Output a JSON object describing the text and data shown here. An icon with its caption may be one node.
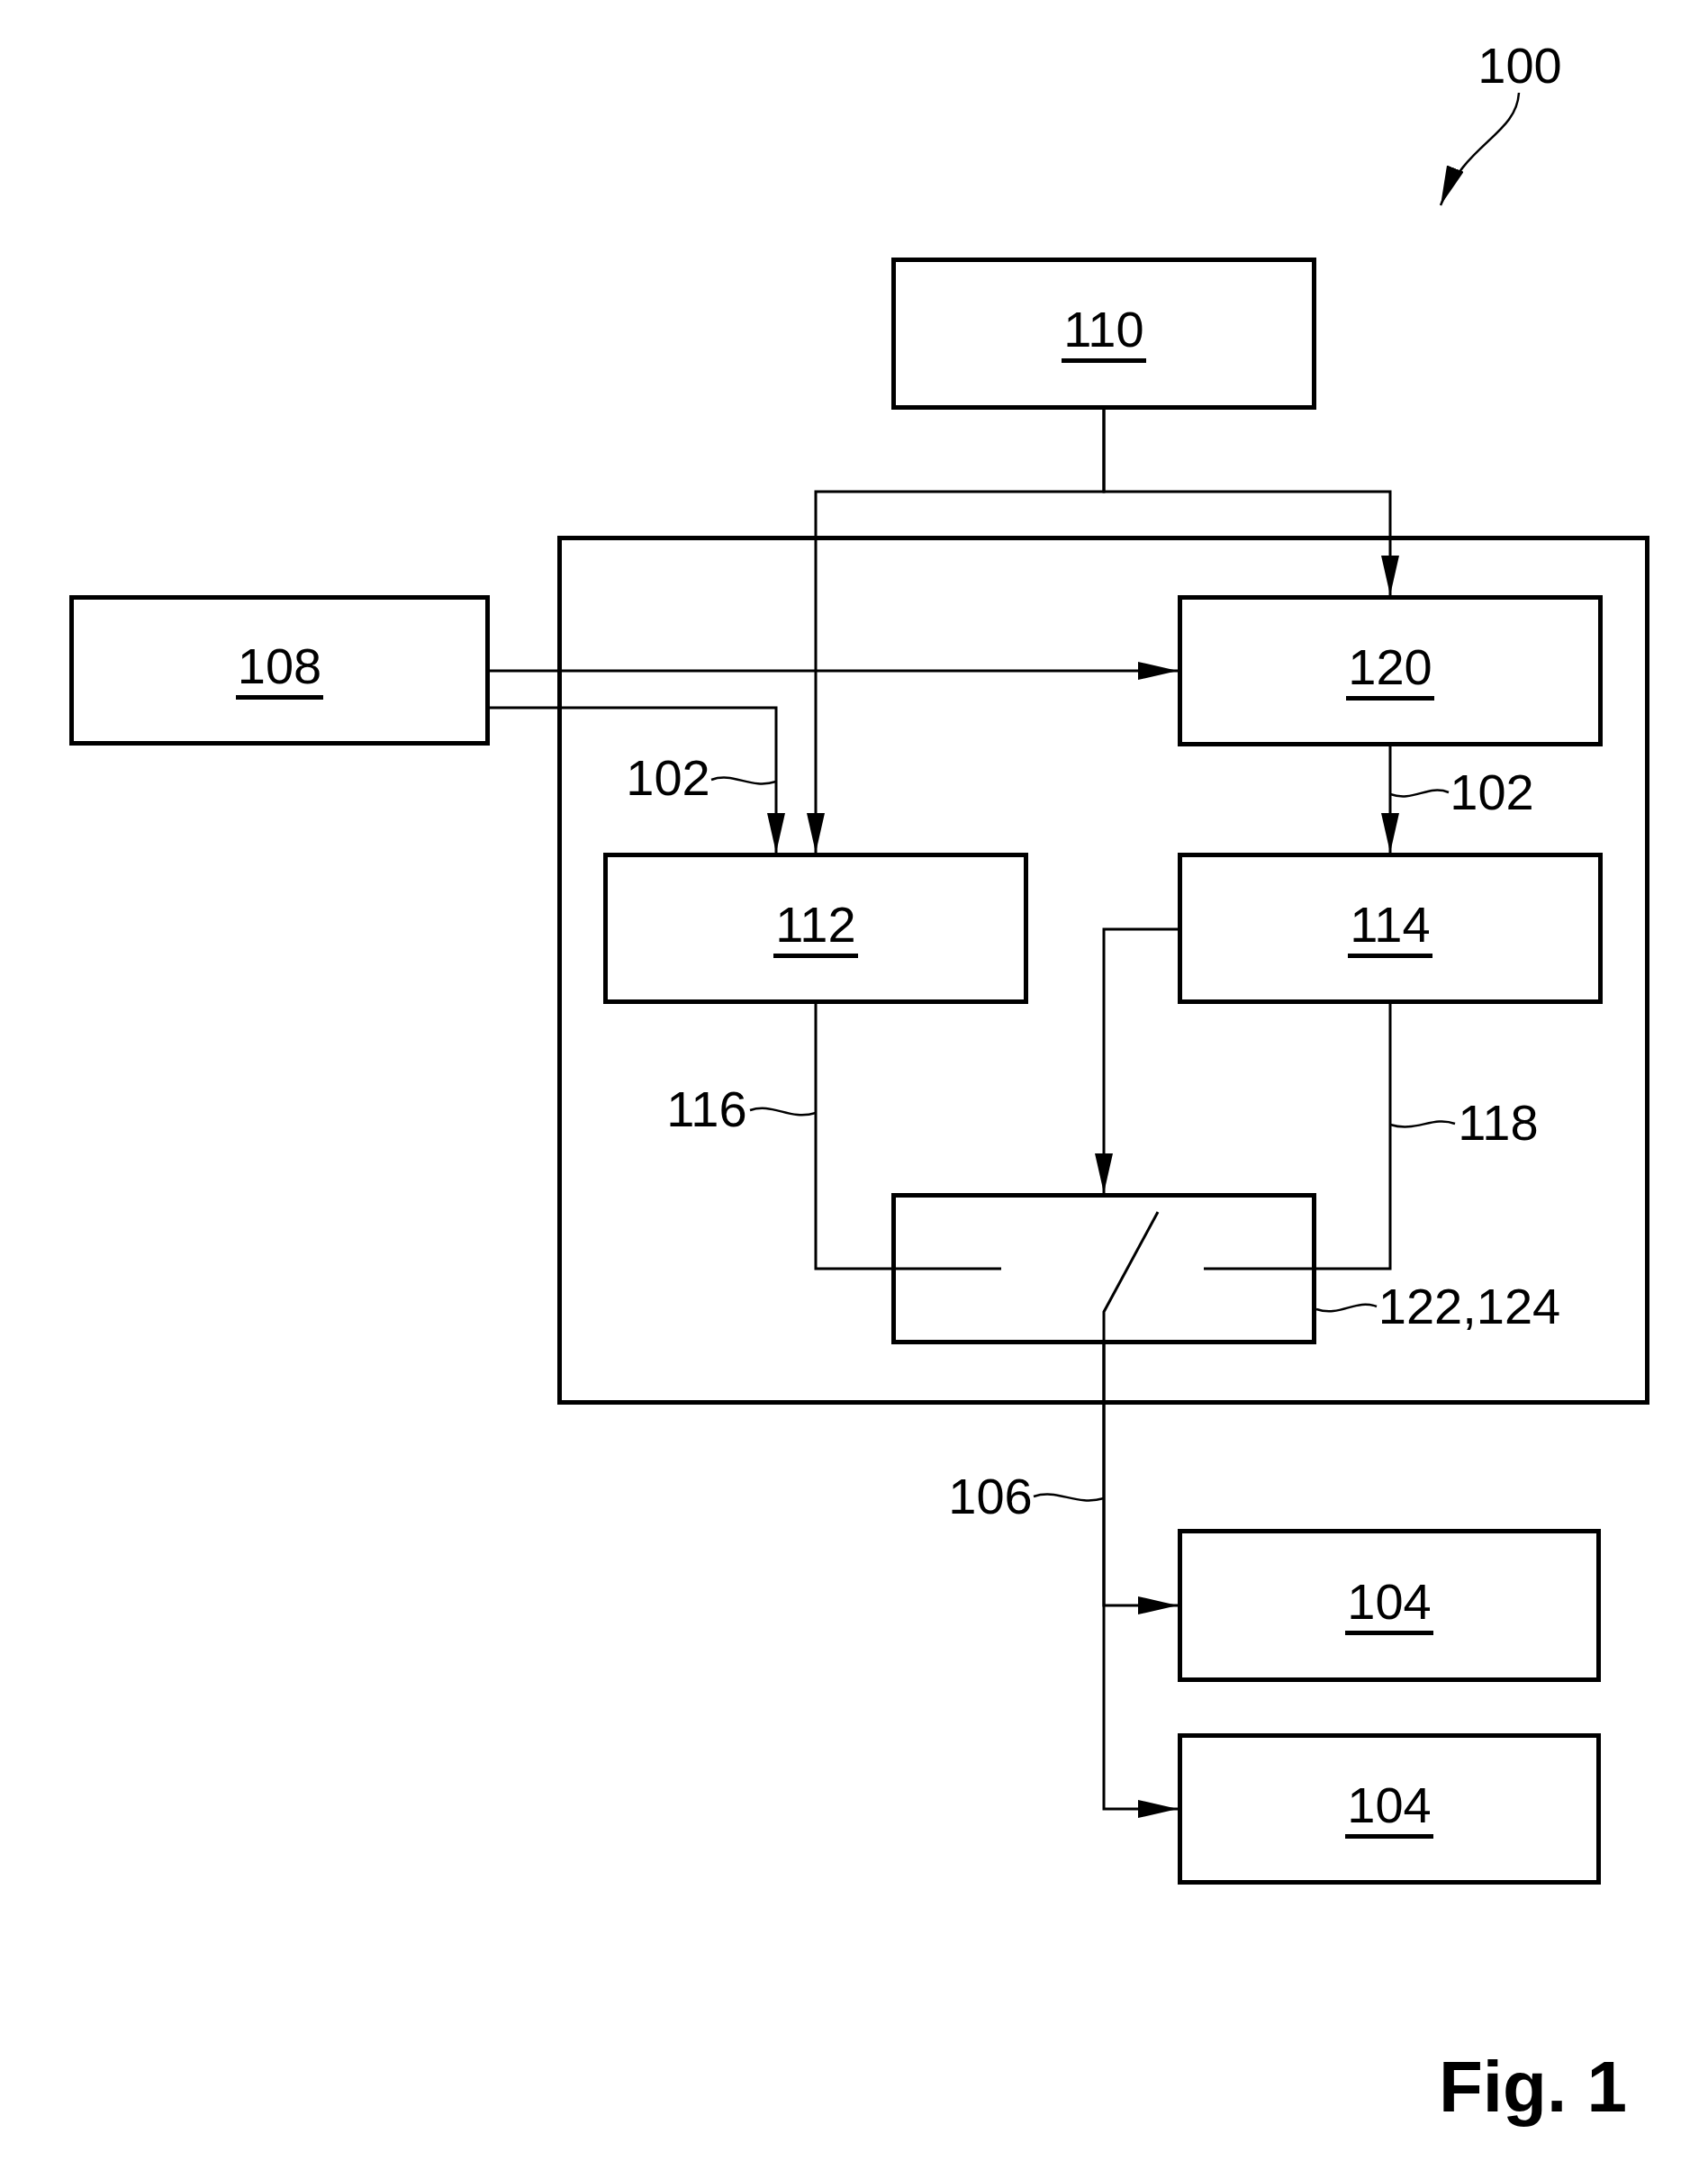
{
  "diagram": {
    "caption": "Fig. 1",
    "nodes": [
      {
        "text": [
          "100"
        ]
      },
      {
        "text": [
          "110"
        ]
      },
      {
        "text": [],
        "shape": "box"
      },
      {
        "text": [
          "108"
        ]
      },
      {
        "text": [
          "120"
        ],
        "in": 2
      },
      {
        "text": [
          "112"
        ],
        "in": 2
      },
      {
        "text": [
          "114"
        ],
        "in": 2
      },
      {
        "text": [],
        "shape": "box",
        "in": 2
      },
      {
        "text": [
          "104"
        ]
      },
      {
        "text": [
          "104"
        ]
      },
      {
        "text": [
          "102"
        ],
        "in": 2
      },
      {
        "text": [
          "102"
        ],
        "in": 2
      },
      {
        "text": [
          "116"
        ],
        "in": 2
      },
      {
        "text": [
          "118"
        ],
        "in": 2
      },
      {
        "text": [
          "122,124"
        ],
        "in": 2
      },
      {
        "text": [
          "106"
        ]
      }
    ],
    "edges": [
      {
        "from": 1,
        "to": 4,
        "arrow": "to"
      },
      {
        "from": 1,
        "to": 5,
        "arrow": "to"
      },
      {
        "from": 3,
        "to": 4,
        "arrow": "to"
      },
      {
        "from": 3,
        "to": 5,
        "arrow": "to"
      },
      {
        "from": 4,
        "to": 6,
        "arrow": "to"
      },
      {
        "from": 6,
        "to": 7,
        "arrow": "to"
      },
      {
        "from": 5,
        "to": 7,
        "arrow": "none"
      },
      {
        "from": 6,
        "to": 7,
        "arrow": "none"
      },
      {
        "from": 7,
        "to": 8,
        "arrow": "to"
      },
      {
        "from": 7,
        "to": 9,
        "arrow": "to"
      },
      {
        "from": 0,
        "to": null,
        "arrow": "to"
      },
      {
        "from": 10,
        "to": null,
        "arrow": "none"
      },
      {
        "from": 11,
        "to": null,
        "arrow": "none"
      },
      {
        "from": 12,
        "to": null,
        "arrow": "none"
      },
      {
        "from": 13,
        "to": null,
        "arrow": "none"
      },
      {
        "from": 14,
        "to": 7,
        "arrow": "none"
      },
      {
        "from": 15,
        "to": null,
        "arrow": "none"
      }
    ]
  }
}
